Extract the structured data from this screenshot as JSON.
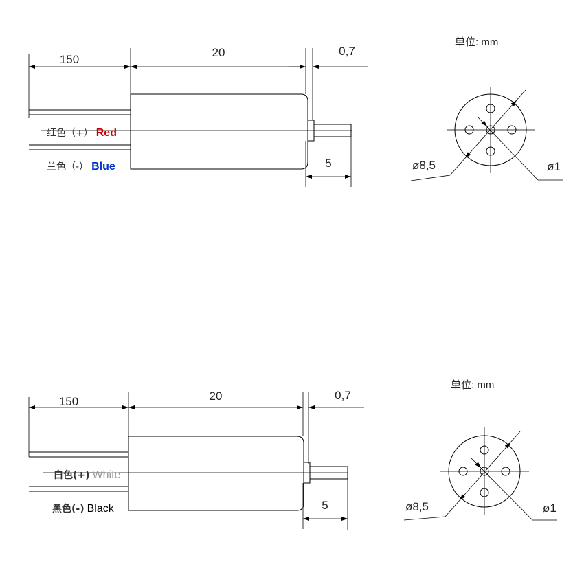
{
  "motors": [
    {
      "id": "top",
      "dims": {
        "lead_length": "150",
        "body_length": "20",
        "flange_thickness": "0,7",
        "shaft_length": "5"
      },
      "leads": [
        {
          "cn": "红色（+）",
          "en": "Red",
          "color": "#cc0000"
        },
        {
          "cn": "兰色（-）",
          "en": "Blue",
          "color": "#0033cc"
        }
      ],
      "end_view": {
        "unit_label": "单位: mm",
        "diameter": "ø8,5",
        "shaft_diameter": "ø1"
      }
    },
    {
      "id": "bottom",
      "dims": {
        "lead_length": "150",
        "body_length": "20",
        "flange_thickness": "0,7",
        "shaft_length": "5"
      },
      "leads": [
        {
          "cn": "白色(+)",
          "en": "White",
          "color": "#999999"
        },
        {
          "cn": "黑色(-)",
          "en": "Black",
          "color": "#000000"
        }
      ],
      "end_view": {
        "unit_label": "单位: mm",
        "diameter": "ø8,5",
        "shaft_diameter": "ø1"
      }
    }
  ]
}
